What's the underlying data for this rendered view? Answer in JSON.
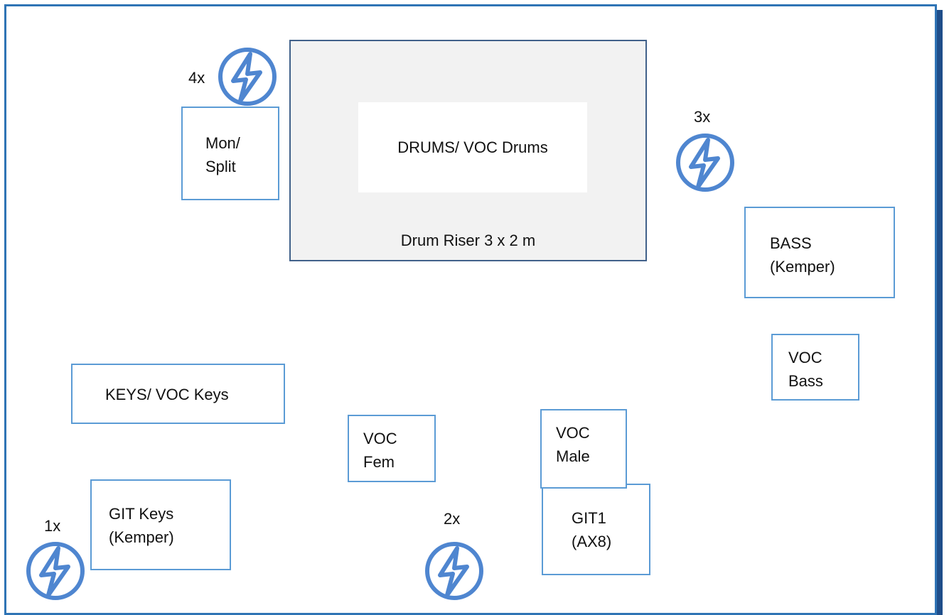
{
  "stage": {
    "riser": {
      "label": "Drum Riser 3 x 2 m",
      "drums_label": "DRUMS/ VOC Drums"
    },
    "mon_split": "Mon/\nSplit",
    "bass": "BASS\n(Kemper)",
    "voc_bass": "VOC\nBass",
    "keys": "KEYS/ VOC Keys",
    "voc_fem": "VOC\nFem",
    "voc_male": "VOC\nMale",
    "git1": "GIT1\n(AX8)",
    "git_keys": "GIT Keys\n(Kemper)"
  },
  "power": [
    {
      "count": "4x",
      "icon": "power-outlet-icon"
    },
    {
      "count": "3x",
      "icon": "power-outlet-icon"
    },
    {
      "count": "1x",
      "icon": "power-outlet-icon"
    },
    {
      "count": "2x",
      "icon": "power-outlet-icon"
    }
  ],
  "colors": {
    "accent": "#2f74b5",
    "box_border": "#5b9bd5",
    "riser_fill": "#f2f2f2"
  }
}
